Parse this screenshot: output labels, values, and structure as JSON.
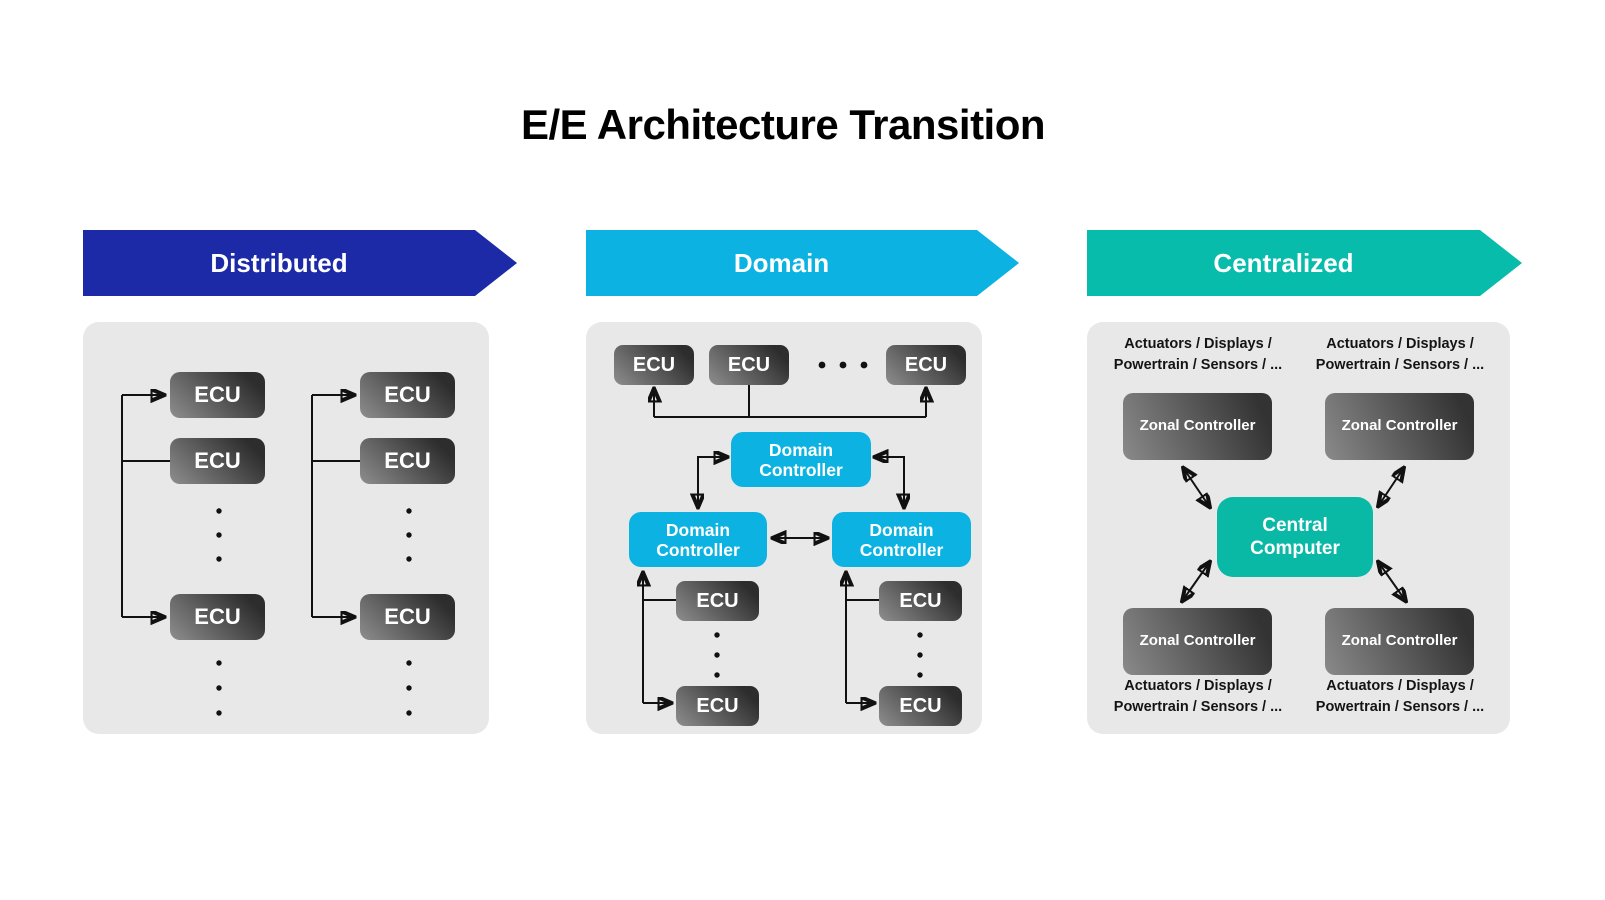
{
  "title": "E/E Architecture Transition",
  "stages": [
    {
      "label": "Distributed",
      "color": "#1c2aa8"
    },
    {
      "label": "Domain",
      "color": "#0cb3e2"
    },
    {
      "label": "Centralized",
      "color": "#08bcab"
    }
  ],
  "distributed": {
    "ecu": "ECU"
  },
  "domain": {
    "ecu": "ECU",
    "controller": "Domain Controller"
  },
  "centralized": {
    "zonal_controller": "Zonal Controller",
    "central_computer": "Central Computer",
    "peripherals_line1": "Actuators / Displays /",
    "peripherals_line2": "Powertrain / Sensors / ..."
  },
  "colors": {
    "panel_background": "#e8e8e8",
    "dark_box_light": "#8e8e8e",
    "dark_box_dark": "#2d2d2d",
    "box_text": "#ffffff",
    "title_text": "#000000",
    "connector": "#111111"
  }
}
